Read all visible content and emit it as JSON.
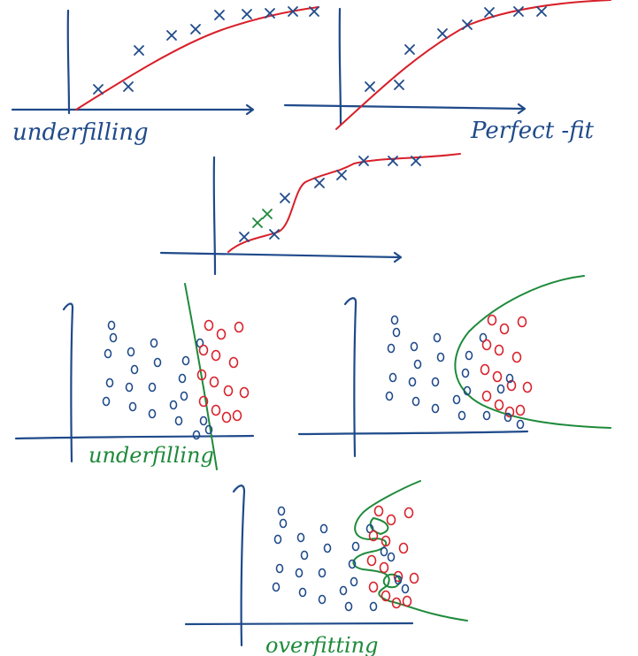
{
  "labels": {
    "underfitting_top": "underfilling",
    "perfect_fit": "Perfect -fit",
    "underfitting_class": "underfilling",
    "overfitting": "overfitting"
  },
  "colors": {
    "ink_blue": "#1f4a8a",
    "ink_red": "#d8202a",
    "ink_green": "#1e8a3a"
  }
}
